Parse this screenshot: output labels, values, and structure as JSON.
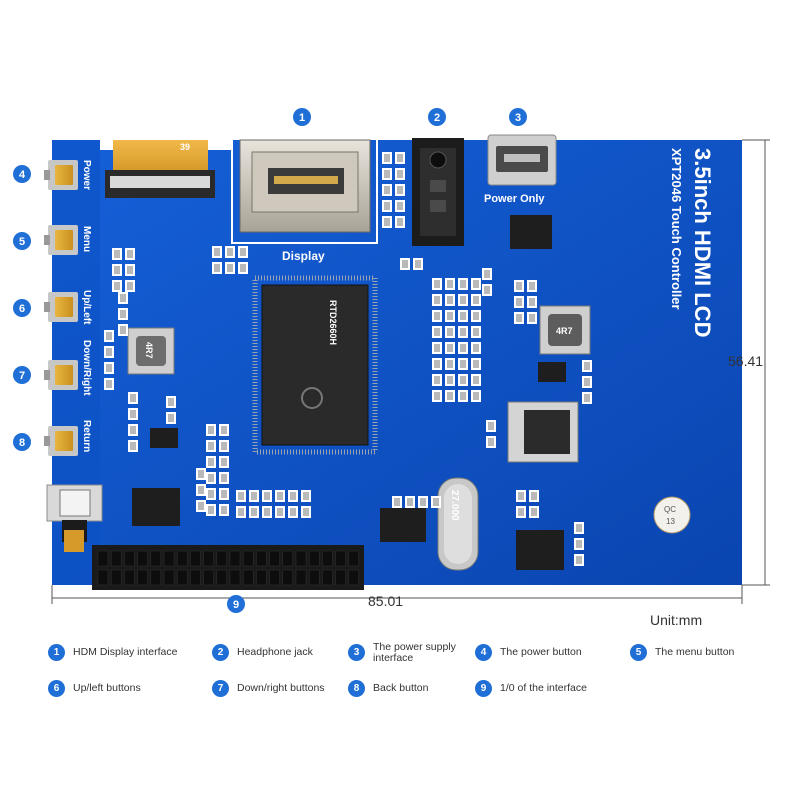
{
  "board": {
    "title": "3.5inch HDMI LCD",
    "subtitle": "XPT2046 Touch Controller",
    "power_only": "Power Only",
    "display_label": "Display",
    "fpc_number": "39",
    "inductor_1": "4R7",
    "inductor_2": "4R7",
    "crystal": "27.000",
    "qc_top": "QC",
    "qc_bottom": "13",
    "chip_marking": "RTD2660H",
    "button_labels": {
      "power": "Power",
      "menu": "Menu",
      "up_left": "Up/Left",
      "down_right": "Down/Right",
      "return": "Return"
    }
  },
  "dimensions": {
    "height": "56.41",
    "width": "85.01",
    "unit": "Unit:mm"
  },
  "callouts": [
    {
      "n": "1"
    },
    {
      "n": "2"
    },
    {
      "n": "3"
    },
    {
      "n": "4"
    },
    {
      "n": "5"
    },
    {
      "n": "6"
    },
    {
      "n": "7"
    },
    {
      "n": "8"
    },
    {
      "n": "9"
    }
  ],
  "legend": [
    {
      "n": "1",
      "text": "HDM Display interface"
    },
    {
      "n": "2",
      "text": "Headphone jack"
    },
    {
      "n": "3",
      "text": "The power supply interface"
    },
    {
      "n": "4",
      "text": "The power button"
    },
    {
      "n": "5",
      "text": "The menu button"
    },
    {
      "n": "6",
      "text": "Up/left buttons"
    },
    {
      "n": "7",
      "text": "Down/right buttons"
    },
    {
      "n": "8",
      "text": "Back button"
    },
    {
      "n": "9",
      "text": "1/0 of the interface"
    }
  ],
  "colors": {
    "pcb": "#0a4fbf",
    "callout": "#1f6fd6",
    "gold": "#d9b23a"
  }
}
